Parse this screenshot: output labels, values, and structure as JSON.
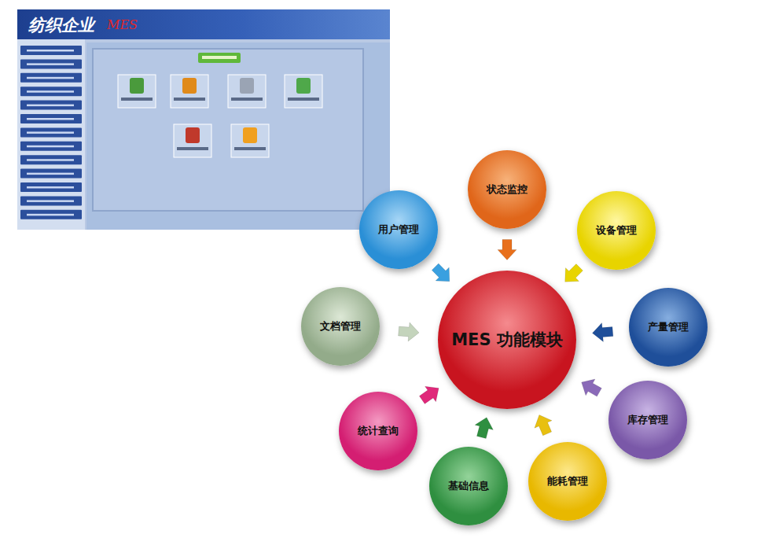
{
  "diagram": {
    "nodes": [
      {
        "text": [
          "MES 功能模块"
        ]
      },
      {
        "text": [
          "状态监控"
        ]
      },
      {
        "text": [
          "设备管理"
        ]
      },
      {
        "text": [
          "产量管理"
        ]
      },
      {
        "text": [
          "库存管理"
        ]
      },
      {
        "text": [
          "能耗管理"
        ]
      },
      {
        "text": [
          "基础信息"
        ]
      },
      {
        "text": [
          "统计查询"
        ]
      },
      {
        "text": [
          "文档管理"
        ]
      },
      {
        "text": [
          "用户管理"
        ]
      }
    ],
    "edges": [
      {
        "from": 1,
        "to": 0,
        "arrow": "to"
      },
      {
        "from": 2,
        "to": 0,
        "arrow": "to"
      },
      {
        "from": 3,
        "to": 0,
        "arrow": "to"
      },
      {
        "from": 4,
        "to": 0,
        "arrow": "to"
      },
      {
        "from": 5,
        "to": 0,
        "arrow": "to"
      },
      {
        "from": 6,
        "to": 0,
        "arrow": "to"
      },
      {
        "from": 7,
        "to": 0,
        "arrow": "to"
      },
      {
        "from": 8,
        "to": 0,
        "arrow": "to"
      },
      {
        "from": 9,
        "to": 0,
        "arrow": "to"
      }
    ],
    "labels": [
      "纺织企业",
      "MES"
    ]
  }
}
